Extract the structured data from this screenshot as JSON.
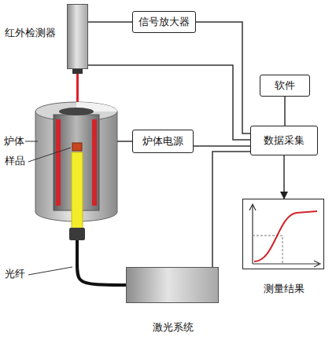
{
  "diagram": {
    "nodes": [
      {
        "text": [
          "红外检测器"
        ]
      },
      {
        "text": [
          "信号放大器"
        ]
      },
      {
        "text": [
          "炉体"
        ]
      },
      {
        "text": [
          "炉体电源"
        ]
      },
      {
        "text": [
          "软件"
        ]
      },
      {
        "text": [
          "数据采集"
        ]
      },
      {
        "text": [
          "激光系统"
        ]
      },
      {
        "text": [
          "测量结果"
        ]
      }
    ],
    "edges": [
      {
        "from": 0,
        "to": 1,
        "arrow": "none"
      },
      {
        "from": 0,
        "to": 5,
        "arrow": "none"
      },
      {
        "from": 1,
        "to": 5,
        "arrow": "none"
      },
      {
        "from": 2,
        "to": 3,
        "arrow": "none"
      },
      {
        "from": 3,
        "to": 5,
        "arrow": "none"
      },
      {
        "from": 4,
        "to": 5,
        "arrow": "none"
      },
      {
        "from": 5,
        "to": 7,
        "arrow": "to"
      },
      {
        "from": 6,
        "to": 5,
        "arrow": "none"
      },
      {
        "from": 6,
        "to": 2,
        "arrow": "none"
      }
    ],
    "labels": [
      "样品",
      "光纤"
    ]
  }
}
